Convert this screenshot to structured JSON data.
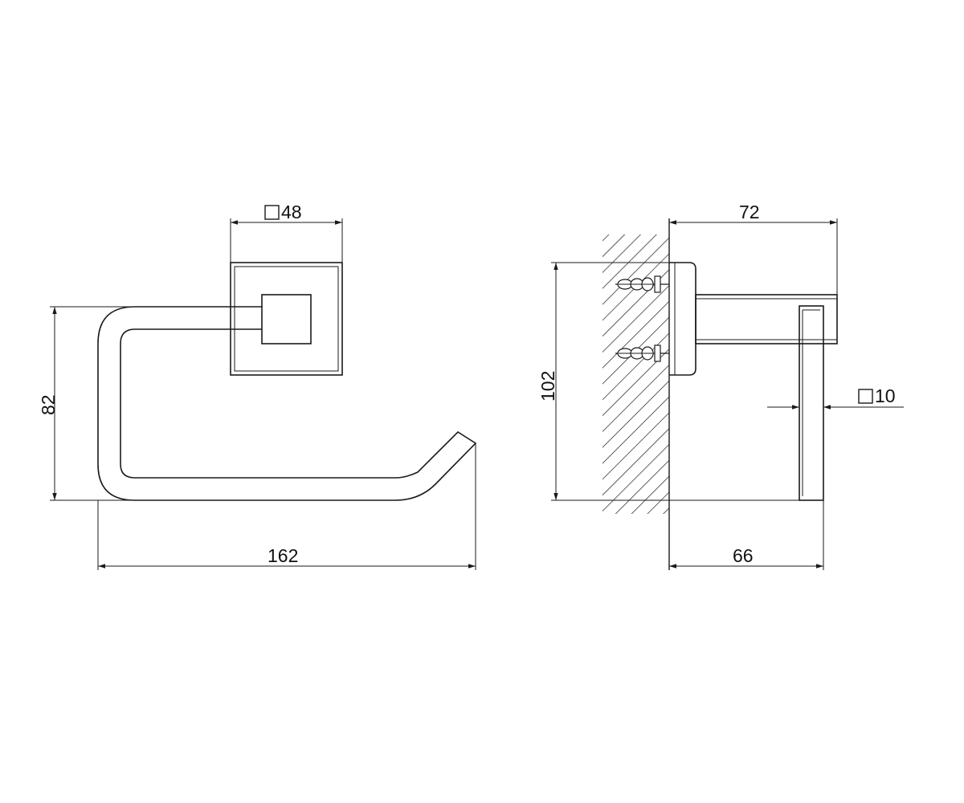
{
  "drawing": {
    "stroke_color": "#1a1a1a",
    "background": "#ffffff",
    "front_view": {
      "plate_dimension": "48",
      "height_dimension": "82",
      "width_dimension": "162"
    },
    "side_view": {
      "depth_dimension": "72",
      "height_dimension": "102",
      "bar_dimension": "10",
      "base_depth_dimension": "66"
    },
    "square_symbol": "□"
  }
}
